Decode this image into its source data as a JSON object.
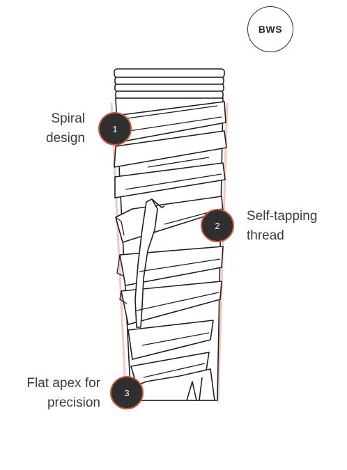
{
  "brand": {
    "logo_text": "BWS"
  },
  "callouts": [
    {
      "number": "1",
      "label_lines": [
        "Spiral",
        "design"
      ]
    },
    {
      "number": "2",
      "label_lines": [
        "Self-tapping",
        "thread"
      ]
    },
    {
      "number": "3",
      "label_lines": [
        "Flat apex for",
        "precision"
      ]
    }
  ],
  "colors": {
    "outline": "#1e1e1e",
    "taper_guide": "#f4c9bc",
    "badge_fill": "#2f2f2f",
    "badge_ring": "#c9583a"
  }
}
